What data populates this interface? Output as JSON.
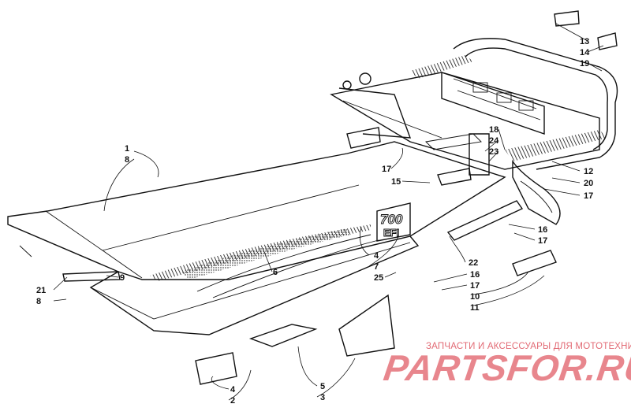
{
  "watermark": {
    "caption": "ЗАПЧАСТИ И АКСЕССУАРЫ ДЛЯ МОТОТЕХНИКИ",
    "logo": "PARTSFOR.RU",
    "color": "#e8868d"
  },
  "emblem": {
    "line1": "700",
    "line2": "EFI"
  },
  "callouts": [
    {
      "id": "1",
      "text": "1"
    },
    {
      "id": "8a",
      "text": "8"
    },
    {
      "id": "13",
      "text": "13"
    },
    {
      "id": "14",
      "text": "14"
    },
    {
      "id": "19",
      "text": "19"
    },
    {
      "id": "18",
      "text": "18"
    },
    {
      "id": "24",
      "text": "24"
    },
    {
      "id": "23",
      "text": "23"
    },
    {
      "id": "12",
      "text": "12"
    },
    {
      "id": "20",
      "text": "20"
    },
    {
      "id": "17a",
      "text": "17"
    },
    {
      "id": "17b",
      "text": "17"
    },
    {
      "id": "15",
      "text": "15"
    },
    {
      "id": "16a",
      "text": "16"
    },
    {
      "id": "17c",
      "text": "17"
    },
    {
      "id": "4a",
      "text": "4"
    },
    {
      "id": "7",
      "text": "7"
    },
    {
      "id": "6",
      "text": "6"
    },
    {
      "id": "22",
      "text": "22"
    },
    {
      "id": "21",
      "text": "21"
    },
    {
      "id": "9",
      "text": "9"
    },
    {
      "id": "8b",
      "text": "8"
    },
    {
      "id": "25",
      "text": "25"
    },
    {
      "id": "16b",
      "text": "16"
    },
    {
      "id": "17d",
      "text": "17"
    },
    {
      "id": "10",
      "text": "10"
    },
    {
      "id": "11",
      "text": "11"
    },
    {
      "id": "4b",
      "text": "4"
    },
    {
      "id": "2",
      "text": "2"
    },
    {
      "id": "5",
      "text": "5"
    },
    {
      "id": "3",
      "text": "3"
    }
  ]
}
